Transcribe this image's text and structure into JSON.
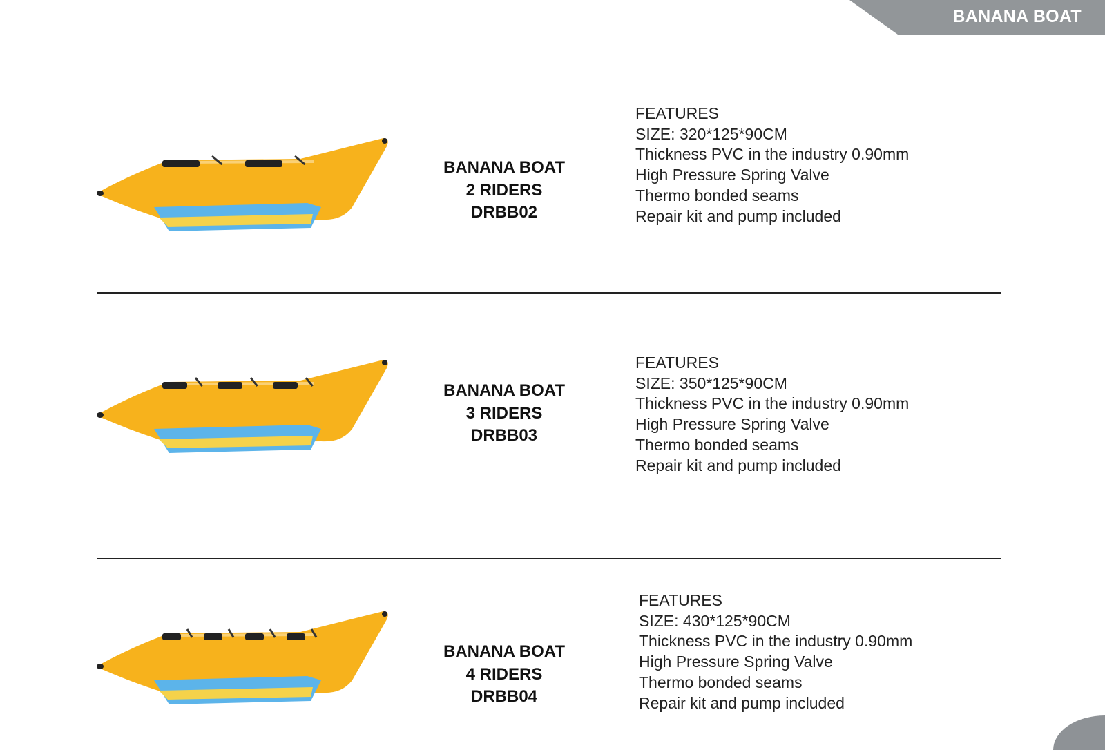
{
  "header": {
    "title": "BANANA BOAT"
  },
  "products": [
    {
      "name": "BANANA BOAT",
      "riders": "2 RIDERS",
      "code": "DRBB02",
      "seats": 2,
      "features": [
        "FEATURES",
        "SIZE: 320*125*90CM",
        "Thickness PVC in the industry 0.90mm",
        "High Pressure Spring Valve",
        "Thermo bonded seams",
        "Repair kit and pump included"
      ]
    },
    {
      "name": "BANANA BOAT",
      "riders": "3 RIDERS",
      "code": "DRBB03",
      "seats": 3,
      "features": [
        "FEATURES",
        "SIZE: 350*125*90CM",
        "Thickness PVC in the industry 0.90mm",
        "High Pressure Spring Valve",
        "Thermo bonded seams",
        "Repair kit and pump included"
      ]
    },
    {
      "name": "BANANA BOAT",
      "riders": "4 RIDERS",
      "code": "DRBB04",
      "seats": 4,
      "features": [
        "FEATURES",
        "SIZE: 430*125*90CM",
        "Thickness PVC in the industry 0.90mm",
        "High Pressure Spring Valve",
        "Thermo bonded seams",
        "Repair kit and pump included"
      ]
    }
  ],
  "colors": {
    "yellow": "#f7b21c",
    "blue": "#5cb4ea",
    "banner": "#929699"
  }
}
